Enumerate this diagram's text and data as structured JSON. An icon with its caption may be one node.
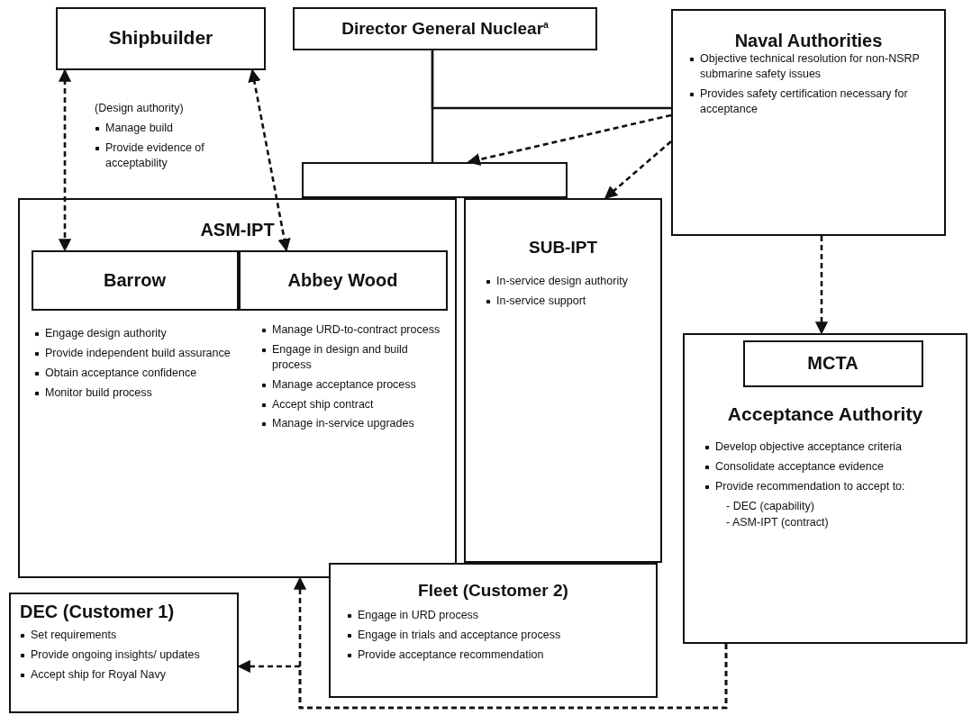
{
  "diagram": {
    "nodes": [
      {
        "text": [
          "Shipbuilder"
        ],
        "beside": [
          "(Design authority)",
          "Manage build",
          "Provide evidence of acceptability"
        ]
      },
      {
        "text": [
          "Director General Nuclear$^{a}$"
        ]
      },
      {
        "text": [
          "Naval Authorities",
          "Objective technical resolution for non-NSRP submarine safety issues",
          "Provides safety certification necessary for acceptance"
        ]
      },
      {
        "text": [],
        "shape": "box"
      },
      {
        "text": [
          "ASM-IPT"
        ]
      },
      {
        "text": [
          "Barrow"
        ],
        "in": 4,
        "beside": [
          "Engage design authority",
          "Provide independent build assurance",
          "Obtain acceptance confidence",
          "Monitor build process"
        ]
      },
      {
        "text": [
          "Abbey Wood"
        ],
        "in": 4,
        "beside": [
          "Manage URD-to-contract process",
          "Engage in design and build process",
          "Manage acceptance process",
          "Accept ship contract",
          "Manage in-service upgrades"
        ]
      },
      {
        "text": [
          "SUB-IPT",
          "In-service design authority",
          "In-service support"
        ]
      },
      {
        "text": [
          "Acceptance Authority",
          "Develop objective acceptance criteria",
          "Consolidate acceptance evidence",
          "Provide recommendation to accept to:",
          "- DEC (capability)",
          "- ASM-IPT (contract)"
        ]
      },
      {
        "text": [
          "MCTA"
        ],
        "in": 8
      },
      {
        "text": [
          "DEC (Customer 1)",
          "Set requirements",
          "Provide ongoing insights/ updates",
          "Accept ship for Royal Navy"
        ]
      },
      {
        "text": [
          "Fleet (Customer 2)",
          "Engage in URD process",
          "Engage in trials and acceptance process",
          "Provide acceptance recommendation"
        ]
      }
    ],
    "edges": [
      {
        "from": 0,
        "to": 5,
        "arrow": "both",
        "style": "dashed"
      },
      {
        "from": 0,
        "to": 6,
        "arrow": "both",
        "style": "dashed"
      },
      {
        "from": 1,
        "to": 3,
        "arrow": "none"
      },
      {
        "from": 1,
        "to": 2,
        "arrow": "none"
      },
      {
        "from": 2,
        "to": 3,
        "arrow": "to",
        "style": "dashed"
      },
      {
        "from": 2,
        "to": 7,
        "arrow": "to",
        "style": "dashed"
      },
      {
        "from": 2,
        "to": 8,
        "arrow": "to",
        "style": "dashed"
      },
      {
        "from": 8,
        "to": 4,
        "arrow": "to",
        "style": "dashed"
      },
      {
        "from": 8,
        "to": 10,
        "arrow": "to",
        "style": "dashed"
      }
    ]
  }
}
